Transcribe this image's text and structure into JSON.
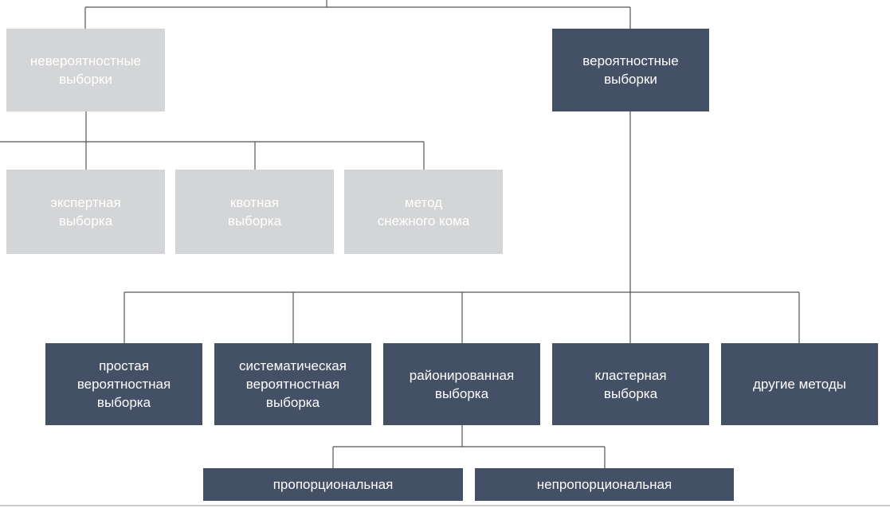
{
  "colors": {
    "dark_fill": "#445066",
    "light_fill": "#d4d5d7",
    "connector": "#555555",
    "text": "#ffffff"
  },
  "nodes": {
    "nonprobability": "невероятностные\nвыборки",
    "probability": "вероятностные\nвыборки",
    "expert": "экспертная\nвыборка",
    "quota": "квотная\nвыборка",
    "snowball": "метод\nснежного кома",
    "simple": "простая\nвероятностная\nвыборка",
    "systematic": "систематическая\nвероятностная\nвыборка",
    "stratified": "районированная\nвыборка",
    "cluster": "кластерная\nвыборка",
    "other": "другие методы",
    "proportional": "пропорциональная",
    "nonproportional": "непропорциональная"
  }
}
